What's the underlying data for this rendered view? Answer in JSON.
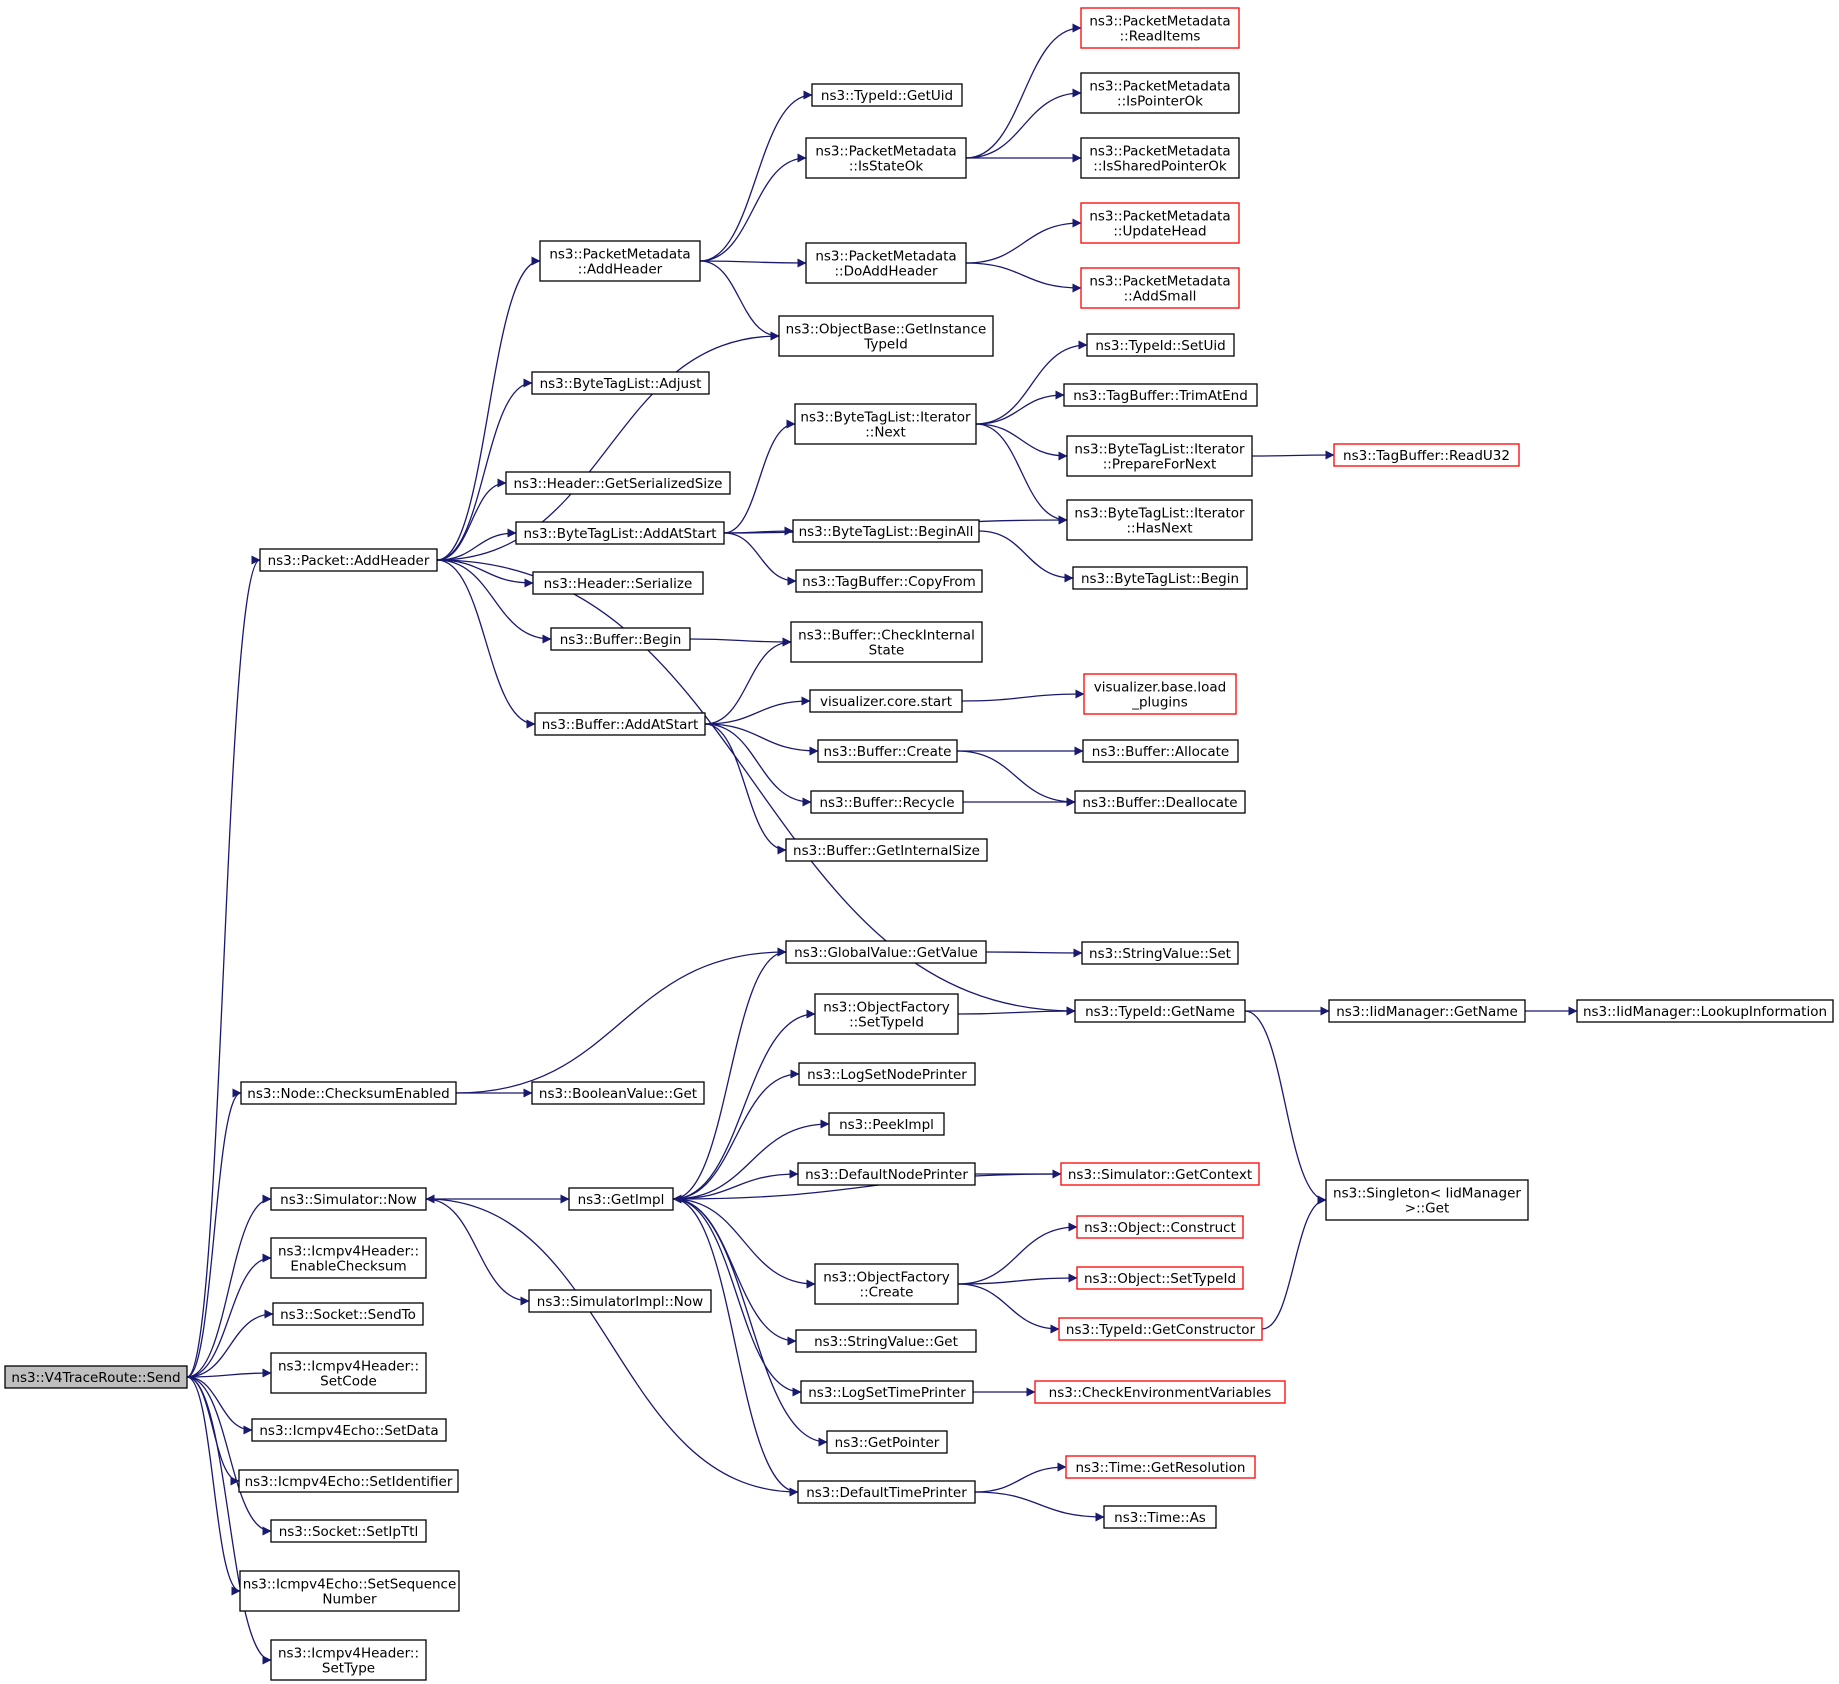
{
  "graph": {
    "root": "send",
    "nodes": [
      {
        "id": "send",
        "lines": [
          "ns3::V4TraceRoute::Send"
        ],
        "style": "root"
      },
      {
        "id": "pkt_addheader",
        "lines": [
          "ns3::Packet::AddHeader"
        ],
        "style": "normal"
      },
      {
        "id": "node_checksum",
        "lines": [
          "ns3::Node::ChecksumEnabled"
        ],
        "style": "normal"
      },
      {
        "id": "sim_now",
        "lines": [
          "ns3::Simulator::Now"
        ],
        "style": "normal"
      },
      {
        "id": "icmp_enablechk",
        "lines": [
          "ns3::Icmpv4Header::",
          "EnableChecksum"
        ],
        "style": "normal"
      },
      {
        "id": "sock_sendto",
        "lines": [
          "ns3::Socket::SendTo"
        ],
        "style": "normal"
      },
      {
        "id": "icmp_setcode",
        "lines": [
          "ns3::Icmpv4Header::",
          "SetCode"
        ],
        "style": "normal"
      },
      {
        "id": "echo_setdata",
        "lines": [
          "ns3::Icmpv4Echo::SetData"
        ],
        "style": "normal"
      },
      {
        "id": "echo_setid",
        "lines": [
          "ns3::Icmpv4Echo::SetIdentifier"
        ],
        "style": "normal"
      },
      {
        "id": "sock_setipttl",
        "lines": [
          "ns3::Socket::SetIpTtl"
        ],
        "style": "normal"
      },
      {
        "id": "echo_setseq",
        "lines": [
          "ns3::Icmpv4Echo::SetSequence",
          "Number"
        ],
        "style": "normal"
      },
      {
        "id": "icmp_settype",
        "lines": [
          "ns3::Icmpv4Header::",
          "SetType"
        ],
        "style": "normal"
      },
      {
        "id": "pm_addheader",
        "lines": [
          "ns3::PacketMetadata",
          "::AddHeader"
        ],
        "style": "normal"
      },
      {
        "id": "btl_adjust",
        "lines": [
          "ns3::ByteTagList::Adjust"
        ],
        "style": "normal"
      },
      {
        "id": "hdr_getsersize",
        "lines": [
          "ns3::Header::GetSerializedSize"
        ],
        "style": "normal"
      },
      {
        "id": "btl_addatstart",
        "lines": [
          "ns3::ByteTagList::AddAtStart"
        ],
        "style": "normal"
      },
      {
        "id": "hdr_serialize",
        "lines": [
          "ns3::Header::Serialize"
        ],
        "style": "normal"
      },
      {
        "id": "buf_begin",
        "lines": [
          "ns3::Buffer::Begin"
        ],
        "style": "normal"
      },
      {
        "id": "buf_addatstart",
        "lines": [
          "ns3::Buffer::AddAtStart"
        ],
        "style": "normal"
      },
      {
        "id": "typeid_getuid",
        "lines": [
          "ns3::TypeId::GetUid"
        ],
        "style": "normal"
      },
      {
        "id": "pm_isstateok",
        "lines": [
          "ns3::PacketMetadata",
          "::IsStateOk"
        ],
        "style": "normal"
      },
      {
        "id": "pm_doaddheader",
        "lines": [
          "ns3::PacketMetadata",
          "::DoAddHeader"
        ],
        "style": "normal"
      },
      {
        "id": "ob_getinstancetypeid",
        "lines": [
          "ns3::ObjectBase::GetInstance",
          "TypeId"
        ],
        "style": "normal"
      },
      {
        "id": "btli_next",
        "lines": [
          "ns3::ByteTagList::Iterator",
          "::Next"
        ],
        "style": "normal"
      },
      {
        "id": "btl_beginall",
        "lines": [
          "ns3::ByteTagList::BeginAll"
        ],
        "style": "normal"
      },
      {
        "id": "tb_copyfrom",
        "lines": [
          "ns3::TagBuffer::CopyFrom"
        ],
        "style": "normal"
      },
      {
        "id": "buf_checkinternal",
        "lines": [
          "ns3::Buffer::CheckInternal",
          "State"
        ],
        "style": "normal"
      },
      {
        "id": "viz_core_start",
        "lines": [
          "visualizer.core.start"
        ],
        "style": "normal"
      },
      {
        "id": "buf_create",
        "lines": [
          "ns3::Buffer::Create"
        ],
        "style": "normal"
      },
      {
        "id": "buf_recycle",
        "lines": [
          "ns3::Buffer::Recycle"
        ],
        "style": "normal"
      },
      {
        "id": "buf_getinternalsize",
        "lines": [
          "ns3::Buffer::GetInternalSize"
        ],
        "style": "normal"
      },
      {
        "id": "pm_readitems",
        "lines": [
          "ns3::PacketMetadata",
          "::ReadItems"
        ],
        "style": "red"
      },
      {
        "id": "pm_ispointerok",
        "lines": [
          "ns3::PacketMetadata",
          "::IsPointerOk"
        ],
        "style": "normal"
      },
      {
        "id": "pm_issharedpointerok",
        "lines": [
          "ns3::PacketMetadata",
          "::IsSharedPointerOk"
        ],
        "style": "normal"
      },
      {
        "id": "pm_updatehead",
        "lines": [
          "ns3::PacketMetadata",
          "::UpdateHead"
        ],
        "style": "red"
      },
      {
        "id": "pm_addsmall",
        "lines": [
          "ns3::PacketMetadata",
          "::AddSmall"
        ],
        "style": "red"
      },
      {
        "id": "typeid_setuid",
        "lines": [
          "ns3::TypeId::SetUid"
        ],
        "style": "normal"
      },
      {
        "id": "tb_trimatend",
        "lines": [
          "ns3::TagBuffer::TrimAtEnd"
        ],
        "style": "normal"
      },
      {
        "id": "btli_preparefornext",
        "lines": [
          "ns3::ByteTagList::Iterator",
          "::PrepareForNext"
        ],
        "style": "normal"
      },
      {
        "id": "btli_hasnext",
        "lines": [
          "ns3::ByteTagList::Iterator",
          "::HasNext"
        ],
        "style": "normal"
      },
      {
        "id": "btl_begin",
        "lines": [
          "ns3::ByteTagList::Begin"
        ],
        "style": "normal"
      },
      {
        "id": "tb_readu32",
        "lines": [
          "ns3::TagBuffer::ReadU32"
        ],
        "style": "red"
      },
      {
        "id": "viz_base_load",
        "lines": [
          "visualizer.base.load",
          "_plugins"
        ],
        "style": "red"
      },
      {
        "id": "buf_allocate",
        "lines": [
          "ns3::Buffer::Allocate"
        ],
        "style": "normal"
      },
      {
        "id": "buf_deallocate",
        "lines": [
          "ns3::Buffer::Deallocate"
        ],
        "style": "normal"
      },
      {
        "id": "gv_getvalue",
        "lines": [
          "ns3::GlobalValue::GetValue"
        ],
        "style": "normal"
      },
      {
        "id": "of_settypeid",
        "lines": [
          "ns3::ObjectFactory",
          "::SetTypeId"
        ],
        "style": "normal"
      },
      {
        "id": "logsetnodeprinter",
        "lines": [
          "ns3::LogSetNodePrinter"
        ],
        "style": "normal"
      },
      {
        "id": "peekimpl",
        "lines": [
          "ns3::PeekImpl"
        ],
        "style": "normal"
      },
      {
        "id": "defaultnodeprinter",
        "lines": [
          "ns3::DefaultNodePrinter"
        ],
        "style": "normal"
      },
      {
        "id": "getimpl",
        "lines": [
          "ns3::GetImpl"
        ],
        "style": "normal"
      },
      {
        "id": "boolval_get",
        "lines": [
          "ns3::BooleanValue::Get"
        ],
        "style": "normal"
      },
      {
        "id": "simimpl_now",
        "lines": [
          "ns3::SimulatorImpl::Now"
        ],
        "style": "normal"
      },
      {
        "id": "of_create",
        "lines": [
          "ns3::ObjectFactory",
          "::Create"
        ],
        "style": "normal"
      },
      {
        "id": "strval_get",
        "lines": [
          "ns3::StringValue::Get"
        ],
        "style": "normal"
      },
      {
        "id": "logsettimeprinter",
        "lines": [
          "ns3::LogSetTimePrinter"
        ],
        "style": "normal"
      },
      {
        "id": "getpointer",
        "lines": [
          "ns3::GetPointer"
        ],
        "style": "normal"
      },
      {
        "id": "defaulttimeprinter",
        "lines": [
          "ns3::DefaultTimePrinter"
        ],
        "style": "normal"
      },
      {
        "id": "strval_set",
        "lines": [
          "ns3::StringValue::Set"
        ],
        "style": "normal"
      },
      {
        "id": "typeid_getname",
        "lines": [
          "ns3::TypeId::GetName"
        ],
        "style": "normal"
      },
      {
        "id": "sim_getcontext",
        "lines": [
          "ns3::Simulator::GetContext"
        ],
        "style": "red"
      },
      {
        "id": "obj_construct",
        "lines": [
          "ns3::Object::Construct"
        ],
        "style": "red"
      },
      {
        "id": "obj_settypeid",
        "lines": [
          "ns3::Object::SetTypeId"
        ],
        "style": "red"
      },
      {
        "id": "typeid_getconstructor",
        "lines": [
          "ns3::TypeId::GetConstructor"
        ],
        "style": "red"
      },
      {
        "id": "checkenvvars",
        "lines": [
          "ns3::CheckEnvironmentVariables"
        ],
        "style": "red"
      },
      {
        "id": "time_getresolution",
        "lines": [
          "ns3::Time::GetResolution"
        ],
        "style": "red"
      },
      {
        "id": "time_as",
        "lines": [
          "ns3::Time::As"
        ],
        "style": "normal"
      },
      {
        "id": "iid_getname",
        "lines": [
          "ns3::IidManager::GetName"
        ],
        "style": "normal"
      },
      {
        "id": "singleton_get",
        "lines": [
          "ns3::Singleton< IidManager",
          ">::Get"
        ],
        "style": "normal"
      },
      {
        "id": "iid_lookupinfo",
        "lines": [
          "ns3::IidManager::LookupInformation"
        ],
        "style": "normal"
      }
    ],
    "edges": [
      [
        "send",
        "pkt_addheader"
      ],
      [
        "send",
        "node_checksum"
      ],
      [
        "send",
        "sim_now"
      ],
      [
        "send",
        "icmp_enablechk"
      ],
      [
        "send",
        "sock_sendto"
      ],
      [
        "send",
        "icmp_setcode"
      ],
      [
        "send",
        "echo_setdata"
      ],
      [
        "send",
        "echo_setid"
      ],
      [
        "send",
        "sock_setipttl"
      ],
      [
        "send",
        "echo_setseq"
      ],
      [
        "send",
        "icmp_settype"
      ],
      [
        "pkt_addheader",
        "pm_addheader"
      ],
      [
        "pkt_addheader",
        "btl_adjust"
      ],
      [
        "pkt_addheader",
        "ob_getinstancetypeid"
      ],
      [
        "pkt_addheader",
        "hdr_getsersize"
      ],
      [
        "pkt_addheader",
        "btl_addatstart"
      ],
      [
        "pkt_addheader",
        "hdr_serialize"
      ],
      [
        "pkt_addheader",
        "buf_begin"
      ],
      [
        "pkt_addheader",
        "buf_addatstart"
      ],
      [
        "pkt_addheader",
        "typeid_getname"
      ],
      [
        "pm_addheader",
        "typeid_getuid"
      ],
      [
        "pm_addheader",
        "pm_isstateok"
      ],
      [
        "pm_addheader",
        "pm_doaddheader"
      ],
      [
        "pm_addheader",
        "ob_getinstancetypeid"
      ],
      [
        "pm_isstateok",
        "pm_readitems"
      ],
      [
        "pm_isstateok",
        "pm_ispointerok"
      ],
      [
        "pm_isstateok",
        "pm_issharedpointerok"
      ],
      [
        "pm_doaddheader",
        "pm_updatehead"
      ],
      [
        "pm_doaddheader",
        "pm_addsmall"
      ],
      [
        "btl_addatstart",
        "btli_next"
      ],
      [
        "btl_addatstart",
        "btli_hasnext"
      ],
      [
        "btl_addatstart",
        "btl_beginall"
      ],
      [
        "btl_addatstart",
        "tb_copyfrom"
      ],
      [
        "btli_next",
        "typeid_setuid"
      ],
      [
        "btli_next",
        "tb_trimatend"
      ],
      [
        "btli_next",
        "btli_preparefornext"
      ],
      [
        "btli_next",
        "btli_hasnext"
      ],
      [
        "btli_preparefornext",
        "tb_readu32"
      ],
      [
        "btl_beginall",
        "btl_begin"
      ],
      [
        "buf_begin",
        "buf_checkinternal"
      ],
      [
        "buf_addatstart",
        "buf_checkinternal"
      ],
      [
        "buf_addatstart",
        "viz_core_start"
      ],
      [
        "buf_addatstart",
        "buf_create"
      ],
      [
        "buf_addatstart",
        "buf_recycle"
      ],
      [
        "buf_addatstart",
        "buf_getinternalsize"
      ],
      [
        "viz_core_start",
        "viz_base_load"
      ],
      [
        "buf_create",
        "buf_allocate"
      ],
      [
        "buf_create",
        "buf_deallocate"
      ],
      [
        "buf_recycle",
        "buf_deallocate"
      ],
      [
        "node_checksum",
        "gv_getvalue"
      ],
      [
        "node_checksum",
        "boolval_get"
      ],
      [
        "sim_now",
        "getimpl"
      ],
      [
        "sim_now",
        "simimpl_now"
      ],
      [
        "gv_getvalue",
        "strval_set"
      ],
      [
        "of_settypeid",
        "typeid_getname"
      ],
      [
        "typeid_getname",
        "iid_getname"
      ],
      [
        "typeid_getname",
        "singleton_get"
      ],
      [
        "iid_getname",
        "iid_lookupinfo"
      ],
      [
        "getimpl",
        "gv_getvalue"
      ],
      [
        "getimpl",
        "of_settypeid"
      ],
      [
        "getimpl",
        "logsetnodeprinter"
      ],
      [
        "getimpl",
        "peekimpl"
      ],
      [
        "getimpl",
        "defaultnodeprinter"
      ],
      [
        "getimpl",
        "of_create"
      ],
      [
        "getimpl",
        "strval_get"
      ],
      [
        "getimpl",
        "logsettimeprinter"
      ],
      [
        "getimpl",
        "getpointer"
      ],
      [
        "getimpl",
        "defaulttimeprinter"
      ],
      [
        "defaultnodeprinter",
        "sim_getcontext"
      ],
      [
        "sim_getcontext",
        "getimpl"
      ],
      [
        "of_create",
        "obj_construct"
      ],
      [
        "of_create",
        "obj_settypeid"
      ],
      [
        "of_create",
        "typeid_getconstructor"
      ],
      [
        "typeid_getconstructor",
        "singleton_get"
      ],
      [
        "logsettimeprinter",
        "checkenvvars"
      ],
      [
        "defaulttimeprinter",
        "time_getresolution"
      ],
      [
        "defaulttimeprinter",
        "time_as"
      ],
      [
        "defaulttimeprinter",
        "sim_now"
      ]
    ]
  }
}
